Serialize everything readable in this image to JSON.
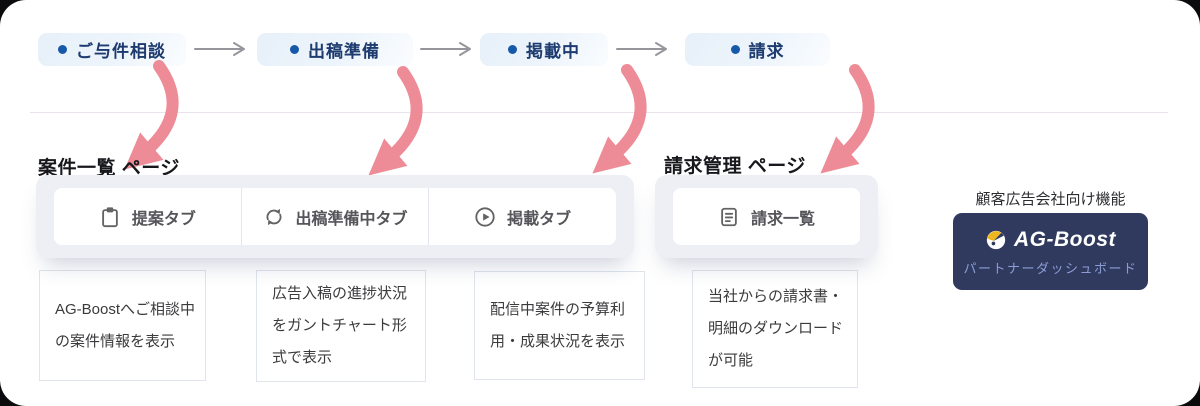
{
  "flow": {
    "stages": [
      {
        "label": "ご与件相談"
      },
      {
        "label": "出稿準備"
      },
      {
        "label": "掲載中"
      },
      {
        "label": "請求"
      }
    ]
  },
  "sections": {
    "case_list": {
      "title": "案件一覧 ページ",
      "tabs": [
        {
          "icon": "clipboard-icon",
          "label": "提案タブ"
        },
        {
          "icon": "sync-icon",
          "label": "出稿準備中タブ"
        },
        {
          "icon": "play-circle-icon",
          "label": "掲載タブ"
        }
      ]
    },
    "billing": {
      "title": "請求管理 ページ",
      "tabs": [
        {
          "icon": "document-icon",
          "label": "請求一覧"
        }
      ]
    }
  },
  "descriptions": [
    {
      "lines": [
        "AG-Boostへご相談中",
        "の案件情報を表示"
      ]
    },
    {
      "lines": [
        "広告入稿の進捗状況",
        "をガントチャート形",
        "式で表示"
      ]
    },
    {
      "lines": [
        "配信中案件の予算利",
        "用・成果状況を表示"
      ]
    },
    {
      "lines": [
        "当社からの請求書・",
        "明細のダウンロード",
        "が可能"
      ]
    }
  ],
  "partner": {
    "caption": "顧客広告会社向け機能",
    "brand": "AG-Boost",
    "subtitle": "パートナーダッシュボード"
  },
  "colors": {
    "accent_pink": "#ed8b96",
    "pill_text": "#1d3b6f",
    "dot_blue": "#1759a9",
    "dark_card": "#2f3a5e",
    "subtitle_blue": "#8c9cd6"
  }
}
